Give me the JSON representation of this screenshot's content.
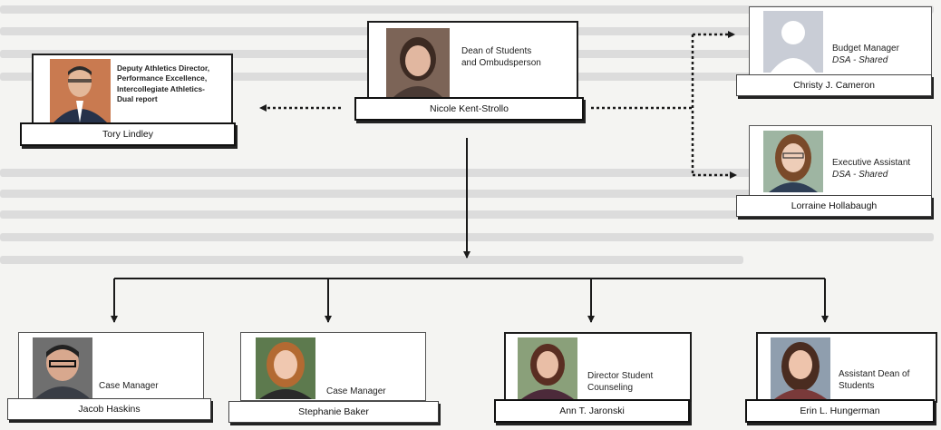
{
  "chart": {
    "top": {
      "title": "Dean of Students and Ombudsperson",
      "name": "Nicole Kent-Strollo"
    },
    "left": {
      "title": "Deputy Athletics Director, Performance Excellence, Intercollegiate Athletics-Dual report",
      "name": "Tory Lindley"
    },
    "right_top": {
      "title": "Budget Manager",
      "note": "DSA - Shared",
      "name": "Christy J. Cameron"
    },
    "right_bottom": {
      "title": "Executive Assistant",
      "note": "DSA - Shared",
      "name": "Lorraine Hollabaugh"
    },
    "reports": [
      {
        "title": "Case Manager",
        "name": "Jacob Haskins"
      },
      {
        "title": "Case Manager",
        "name": "Stephanie Baker"
      },
      {
        "title": "Director Student Counseling",
        "name": "Ann T. Jaronski"
      },
      {
        "title": "Assistant Dean of Students",
        "name": "Erin L. Hungerman"
      }
    ]
  },
  "colors": {
    "line": "#1a1a1a",
    "frame": "#555555",
    "placeholder": "#c9cdd6"
  },
  "icons": [
    "person-placeholder-icon"
  ]
}
